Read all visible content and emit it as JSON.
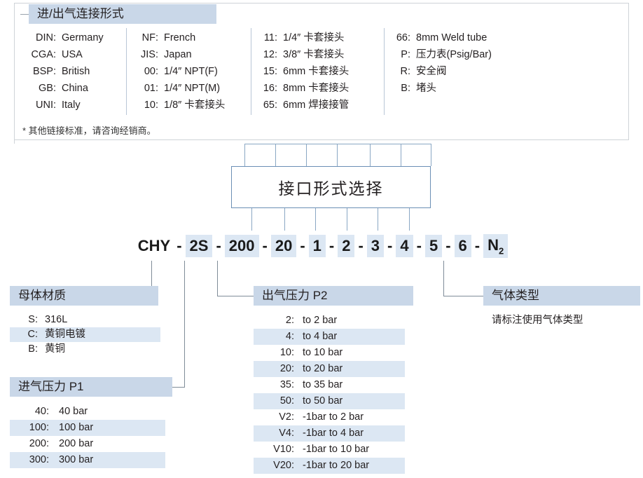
{
  "colors": {
    "title_bar": "#c9d7e8",
    "row_highlight": "#dce7f3",
    "connector": "#7f8c98",
    "box_border": "#6b8fb5",
    "panel_border": "#cfd3d8"
  },
  "top_panel": {
    "title": "进/出气连接形式",
    "note": "* 其他链接标准，请咨询经销商。",
    "columns": [
      {
        "name": "standards",
        "rows": [
          {
            "code": "DIN:",
            "desc": "Germany"
          },
          {
            "code": "CGA:",
            "desc": "USA"
          },
          {
            "code": "BSP:",
            "desc": "British"
          },
          {
            "code": "GB:",
            "desc": "China"
          },
          {
            "code": "UNI:",
            "desc": "Italy"
          }
        ]
      },
      {
        "name": "threads",
        "rows": [
          {
            "code": "NF:",
            "desc": "French"
          },
          {
            "code": "JIS:",
            "desc": "Japan"
          },
          {
            "code": "00:",
            "desc": "1/4″ NPT(F)"
          },
          {
            "code": "01:",
            "desc": "1/4″ NPT(M)"
          },
          {
            "code": "10:",
            "desc": "1/8″ 卡套接头"
          }
        ]
      },
      {
        "name": "fittings",
        "rows": [
          {
            "code": "11:",
            "desc": "1/4″ 卡套接头"
          },
          {
            "code": "12:",
            "desc": "3/8″ 卡套接头"
          },
          {
            "code": "15:",
            "desc": "6mm 卡套接头"
          },
          {
            "code": "16:",
            "desc": "8mm 卡套接头"
          },
          {
            "code": "65:",
            "desc": "6mm 焊接接管"
          }
        ]
      },
      {
        "name": "accessories",
        "rows": [
          {
            "code": "66:",
            "desc": "8mm Weld tube"
          },
          {
            "code": "P:",
            "desc": "压力表(Psig/Bar)"
          },
          {
            "code": "R:",
            "desc": "安全阀"
          },
          {
            "code": "B:",
            "desc": "堵头"
          }
        ]
      }
    ]
  },
  "center_box": {
    "label": "接口形式选择"
  },
  "model_number": {
    "segments": [
      {
        "text": "CHY",
        "highlight": false
      },
      {
        "text": "-",
        "separator": true
      },
      {
        "text": "2S",
        "highlight": true
      },
      {
        "text": "-",
        "separator": true
      },
      {
        "text": "200",
        "highlight": true
      },
      {
        "text": "-",
        "separator": true
      },
      {
        "text": "20",
        "highlight": true
      },
      {
        "text": "-",
        "separator": true
      },
      {
        "text": "1",
        "highlight": true
      },
      {
        "text": "-",
        "separator": true
      },
      {
        "text": "2",
        "highlight": true
      },
      {
        "text": "-",
        "separator": true
      },
      {
        "text": "3",
        "highlight": true
      },
      {
        "text": "-",
        "separator": true
      },
      {
        "text": "4",
        "highlight": true
      },
      {
        "text": "-",
        "separator": true
      },
      {
        "text": "5",
        "highlight": true
      },
      {
        "text": "-",
        "separator": true
      },
      {
        "text": "6",
        "highlight": true
      },
      {
        "text": "-",
        "separator": true
      },
      {
        "text": "N",
        "subscript": "2",
        "highlight": true
      }
    ]
  },
  "material": {
    "title": "母体材质",
    "rows": [
      {
        "code": "S:",
        "desc": "316L",
        "highlight": false
      },
      {
        "code": "C:",
        "desc": "黄铜电镀",
        "highlight": true
      },
      {
        "code": "B:",
        "desc": "黄铜",
        "highlight": false
      }
    ]
  },
  "inlet_pressure": {
    "title": "进气压力 P1",
    "rows": [
      {
        "code": "40:",
        "desc": "40 bar",
        "highlight": false
      },
      {
        "code": "100:",
        "desc": "100 bar",
        "highlight": true
      },
      {
        "code": "200:",
        "desc": "200 bar",
        "highlight": false
      },
      {
        "code": "300:",
        "desc": "300 bar",
        "highlight": true
      }
    ]
  },
  "outlet_pressure": {
    "title": "出气压力 P2",
    "rows": [
      {
        "code": "2:",
        "desc": "to 2 bar",
        "highlight": false
      },
      {
        "code": "4:",
        "desc": "to 4 bar",
        "highlight": true
      },
      {
        "code": "10:",
        "desc": "to 10 bar",
        "highlight": false
      },
      {
        "code": "20:",
        "desc": "to 20 bar",
        "highlight": true
      },
      {
        "code": "35:",
        "desc": "to 35 bar",
        "highlight": false
      },
      {
        "code": "50:",
        "desc": "to 50 bar",
        "highlight": true
      },
      {
        "code": "V2:",
        "desc": "-1bar to 2 bar",
        "highlight": false
      },
      {
        "code": "V4:",
        "desc": "-1bar to 4 bar",
        "highlight": true
      },
      {
        "code": "V10:",
        "desc": "-1bar to 10 bar",
        "highlight": false
      },
      {
        "code": "V20:",
        "desc": "-1bar to 20 bar",
        "highlight": true
      }
    ]
  },
  "gas_type": {
    "title": "气体类型",
    "note": "请标注使用气体类型"
  }
}
